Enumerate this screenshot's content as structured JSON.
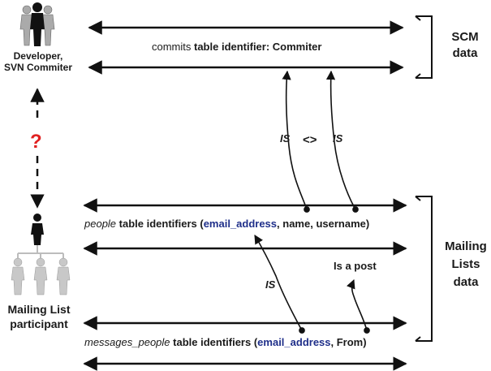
{
  "actors": {
    "developer_label_line1": "Developer,",
    "developer_label_line2": "SVN Commiter",
    "participant_label_line1": "Mailing List",
    "participant_label_line2": "participant",
    "question_mark": "?"
  },
  "scm": {
    "row_text_pre": "commits ",
    "row_text_bold": "table identifier: Commiter",
    "bracket_label_line1": "SCM",
    "bracket_label_line2": "data"
  },
  "relations": {
    "is_left": "IS",
    "not_equal": "<>",
    "is_right": "IS",
    "is_lower": "IS",
    "is_a_post": "Is a post"
  },
  "people": {
    "table_italic": "people",
    "table_bold": " table identifiers (",
    "field1": "email_address",
    "rest": ", name, username)"
  },
  "messages": {
    "table_italic": "messages_people",
    "table_bold": " table identifiers (",
    "field1": "email_address",
    "rest": ", From)"
  },
  "mailing": {
    "bracket_label_line1": "Mailing",
    "bracket_label_line2": "Lists",
    "bracket_label_line3": "data"
  },
  "colors": {
    "line": "#111111",
    "question": "#e02020",
    "highlight": "#1f2f8a",
    "person_dark": "#111111",
    "person_light": "#c8c8c8"
  }
}
